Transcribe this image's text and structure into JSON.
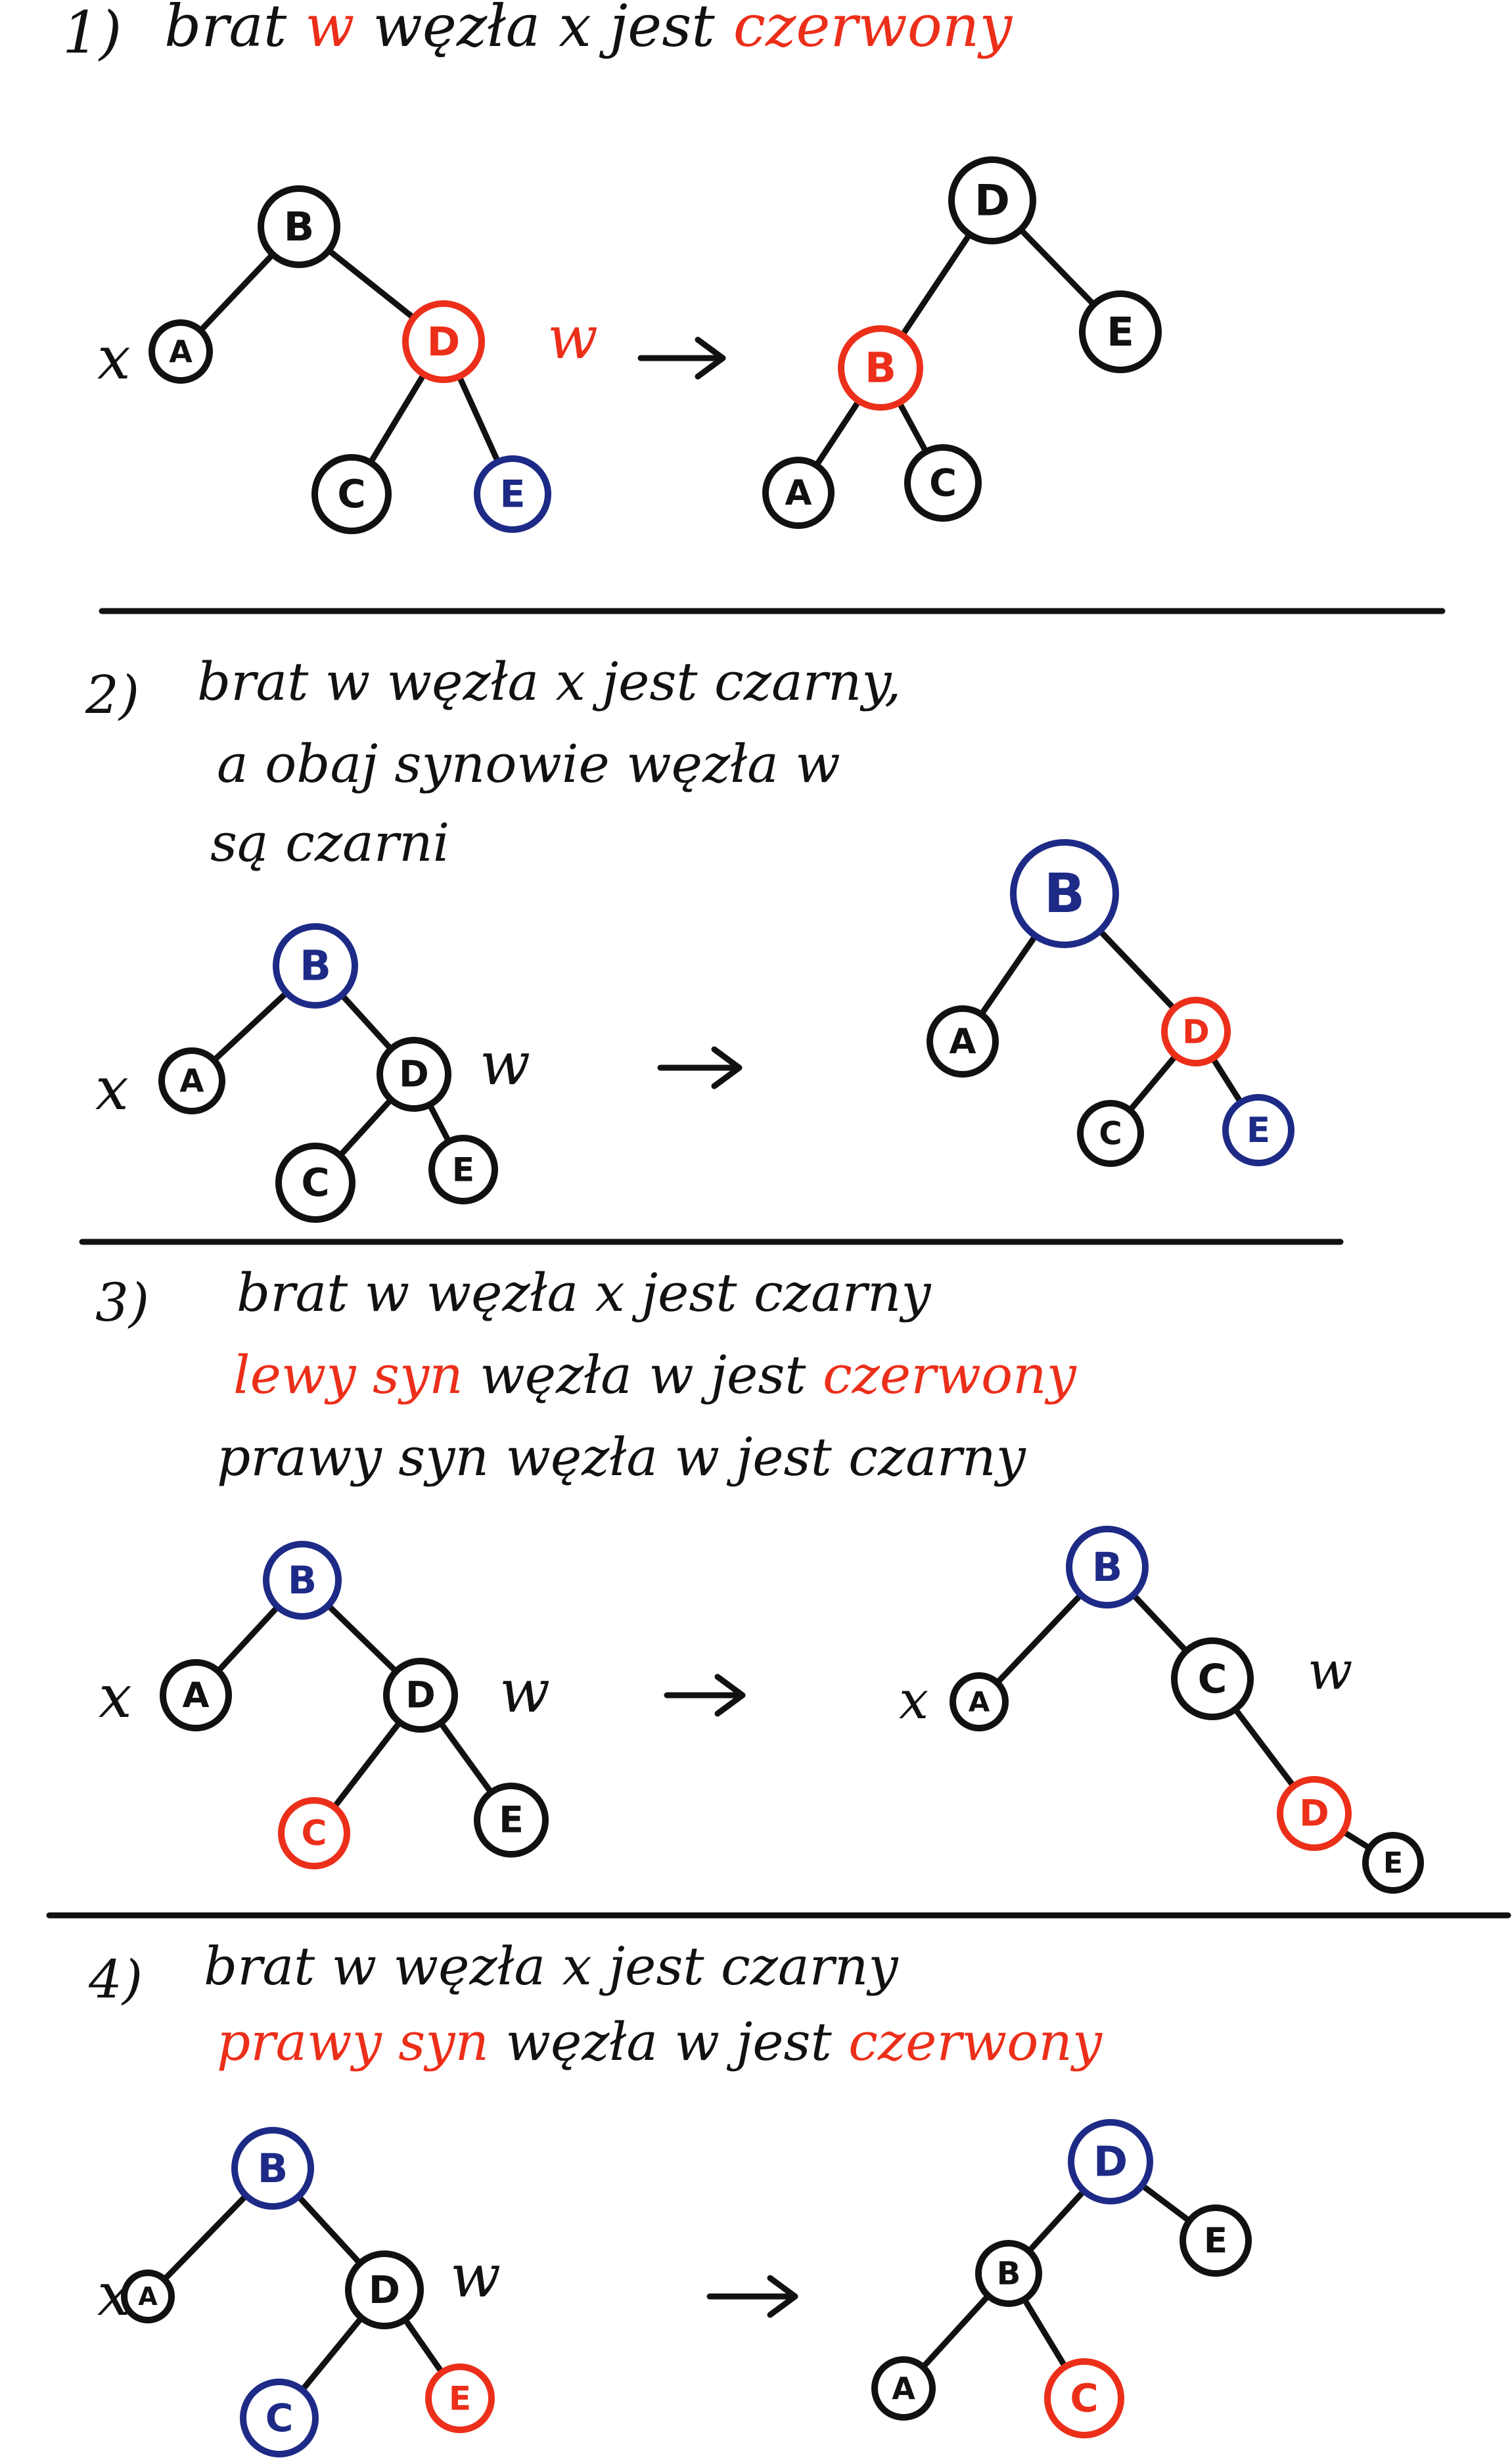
{
  "colors": {
    "black": "#111111",
    "red": "#ec2f1a",
    "blue": "#1d2a86",
    "bg": "#ffffff"
  },
  "sections": [
    {
      "number": "1)",
      "heading_lines": [
        [
          {
            "text": "brat",
            "color": "black"
          },
          {
            "text": "w",
            "color": "red"
          },
          {
            "text": "węzła x jest",
            "color": "black"
          },
          {
            "text": "czerwony",
            "color": "red"
          }
        ]
      ],
      "before": {
        "x_marker": "x",
        "w_marker": "w",
        "w_marker_color": "red",
        "nodes": [
          {
            "id": "B",
            "label": "B",
            "color": "black"
          },
          {
            "id": "A",
            "label": "A",
            "color": "black"
          },
          {
            "id": "D",
            "label": "D",
            "color": "red"
          },
          {
            "id": "C",
            "label": "C",
            "color": "black"
          },
          {
            "id": "E",
            "label": "E",
            "color": "blue"
          }
        ],
        "edges": [
          [
            "B",
            "A"
          ],
          [
            "B",
            "D"
          ],
          [
            "D",
            "C"
          ],
          [
            "D",
            "E"
          ]
        ]
      },
      "after": {
        "nodes": [
          {
            "id": "D",
            "label": "D",
            "color": "black"
          },
          {
            "id": "B",
            "label": "B",
            "color": "red"
          },
          {
            "id": "E",
            "label": "E",
            "color": "black"
          },
          {
            "id": "A",
            "label": "A",
            "color": "black"
          },
          {
            "id": "C",
            "label": "C",
            "color": "black"
          }
        ],
        "edges": [
          [
            "D",
            "B"
          ],
          [
            "D",
            "E"
          ],
          [
            "B",
            "A"
          ],
          [
            "B",
            "C"
          ]
        ]
      }
    },
    {
      "number": "2)",
      "heading_lines": [
        [
          {
            "text": "brat w węzła x jest czarny,",
            "color": "black"
          }
        ],
        [
          {
            "text": "a obaj synowie węzła w",
            "color": "black"
          }
        ],
        [
          {
            "text": "są czarni",
            "color": "black"
          }
        ]
      ],
      "before": {
        "x_marker": "x",
        "w_marker": "w",
        "w_marker_color": "black",
        "nodes": [
          {
            "id": "B",
            "label": "B",
            "color": "blue"
          },
          {
            "id": "A",
            "label": "A",
            "color": "black"
          },
          {
            "id": "D",
            "label": "D",
            "color": "black"
          },
          {
            "id": "C",
            "label": "C",
            "color": "black"
          },
          {
            "id": "E",
            "label": "E",
            "color": "black"
          }
        ],
        "edges": [
          [
            "B",
            "A"
          ],
          [
            "B",
            "D"
          ],
          [
            "D",
            "C"
          ],
          [
            "D",
            "E"
          ]
        ]
      },
      "after": {
        "nodes": [
          {
            "id": "B",
            "label": "B",
            "color": "blue"
          },
          {
            "id": "A",
            "label": "A",
            "color": "black"
          },
          {
            "id": "D",
            "label": "D",
            "color": "red"
          },
          {
            "id": "C",
            "label": "C",
            "color": "black"
          },
          {
            "id": "E",
            "label": "E",
            "color": "blue"
          }
        ],
        "edges": [
          [
            "B",
            "A"
          ],
          [
            "B",
            "D"
          ],
          [
            "D",
            "C"
          ],
          [
            "D",
            "E"
          ]
        ]
      }
    },
    {
      "number": "3)",
      "heading_lines": [
        [
          {
            "text": "brat w węzła x jest czarny",
            "color": "black"
          }
        ],
        [
          {
            "text": "lewy syn",
            "color": "red"
          },
          {
            "text": "węzła w jest",
            "color": "black"
          },
          {
            "text": "czerwony",
            "color": "red"
          }
        ],
        [
          {
            "text": "prawy syn węzła w jest czarny",
            "color": "black"
          }
        ]
      ],
      "before": {
        "x_marker": "x",
        "w_marker": "w",
        "w_marker_color": "black",
        "nodes": [
          {
            "id": "B",
            "label": "B",
            "color": "blue"
          },
          {
            "id": "A",
            "label": "A",
            "color": "black"
          },
          {
            "id": "D",
            "label": "D",
            "color": "black"
          },
          {
            "id": "C",
            "label": "C",
            "color": "red"
          },
          {
            "id": "E",
            "label": "E",
            "color": "black"
          }
        ],
        "edges": [
          [
            "B",
            "A"
          ],
          [
            "B",
            "D"
          ],
          [
            "D",
            "C"
          ],
          [
            "D",
            "E"
          ]
        ]
      },
      "after": {
        "x_marker": "x",
        "w_marker": "w",
        "w_marker_color": "black",
        "nodes": [
          {
            "id": "B",
            "label": "B",
            "color": "blue"
          },
          {
            "id": "A",
            "label": "A",
            "color": "black"
          },
          {
            "id": "C",
            "label": "C",
            "color": "black"
          },
          {
            "id": "D",
            "label": "D",
            "color": "red"
          },
          {
            "id": "E",
            "label": "E",
            "color": "black"
          }
        ],
        "edges": [
          [
            "B",
            "A"
          ],
          [
            "B",
            "C"
          ],
          [
            "C",
            "D"
          ],
          [
            "D",
            "E"
          ]
        ]
      }
    },
    {
      "number": "4)",
      "heading_lines": [
        [
          {
            "text": "brat w węzła x jest czarny",
            "color": "black"
          }
        ],
        [
          {
            "text": "prawy",
            "color": "red"
          },
          {
            "text": "syn",
            "color": "red"
          },
          {
            "text": "węzła w jest",
            "color": "black"
          },
          {
            "text": "czerwony",
            "color": "red"
          }
        ]
      ],
      "before": {
        "x_marker": "x",
        "w_marker": "w",
        "w_marker_color": "black",
        "nodes": [
          {
            "id": "B",
            "label": "B",
            "color": "blue"
          },
          {
            "id": "A",
            "label": "A",
            "color": "black"
          },
          {
            "id": "D",
            "label": "D",
            "color": "black"
          },
          {
            "id": "C",
            "label": "C",
            "color": "blue"
          },
          {
            "id": "E",
            "label": "E",
            "color": "red"
          }
        ],
        "edges": [
          [
            "B",
            "A"
          ],
          [
            "B",
            "D"
          ],
          [
            "D",
            "C"
          ],
          [
            "D",
            "E"
          ]
        ]
      },
      "after": {
        "nodes": [
          {
            "id": "D",
            "label": "D",
            "color": "blue"
          },
          {
            "id": "B",
            "label": "B",
            "color": "black"
          },
          {
            "id": "E",
            "label": "E",
            "color": "black"
          },
          {
            "id": "A",
            "label": "A",
            "color": "black"
          },
          {
            "id": "C",
            "label": "C",
            "color": "red"
          }
        ],
        "edges": [
          [
            "D",
            "B"
          ],
          [
            "D",
            "E"
          ],
          [
            "B",
            "A"
          ],
          [
            "B",
            "C"
          ]
        ]
      }
    }
  ]
}
